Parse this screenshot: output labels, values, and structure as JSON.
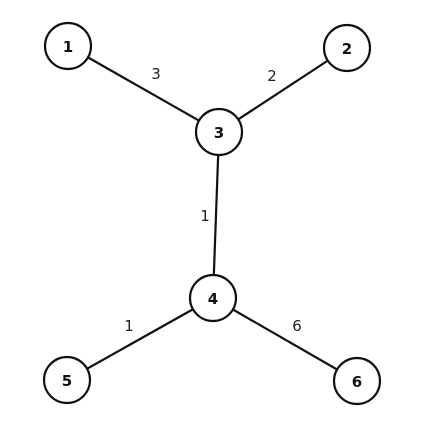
{
  "graph": {
    "colors": {
      "stroke": "#111111",
      "node_fill": "#ffffff",
      "text": "#111111",
      "background": "#ffffff"
    },
    "nodes": [
      {
        "id": "1",
        "label": "1"
      },
      {
        "id": "2",
        "label": "2"
      },
      {
        "id": "3",
        "label": "3"
      },
      {
        "id": "4",
        "label": "4"
      },
      {
        "id": "5",
        "label": "5"
      },
      {
        "id": "6",
        "label": "6"
      }
    ],
    "edges": [
      {
        "from": "1",
        "to": "3",
        "weight": "3"
      },
      {
        "from": "2",
        "to": "3",
        "weight": "2"
      },
      {
        "from": "3",
        "to": "4",
        "weight": "1"
      },
      {
        "from": "4",
        "to": "5",
        "weight": "1"
      },
      {
        "from": "4",
        "to": "6",
        "weight": "6"
      }
    ]
  }
}
